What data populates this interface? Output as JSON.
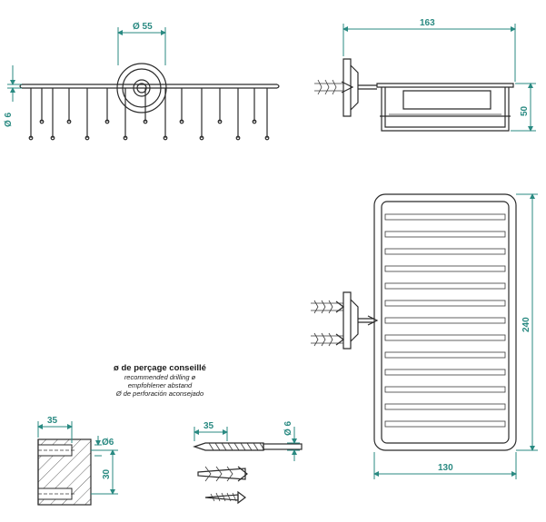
{
  "dimensions": {
    "ring_diameter": "Ø 55",
    "wire_diameter": "Ø 6",
    "depth": "163",
    "height": "50",
    "length": "240",
    "width": "130",
    "drill_depth_a": "35",
    "drill_diameter_a": "Ø6",
    "drill_height": "30",
    "drill_depth_b": "35",
    "drill_diameter_b": "Ø 6"
  },
  "drilling_note": {
    "title": "ø de perçage conseillé",
    "en": "recommended drilling ø",
    "de": "empfohlener abstand",
    "es": "Ø de perforación aconsejado"
  },
  "colors": {
    "line": "#2b2b2b",
    "dimension": "#2a8a82"
  }
}
